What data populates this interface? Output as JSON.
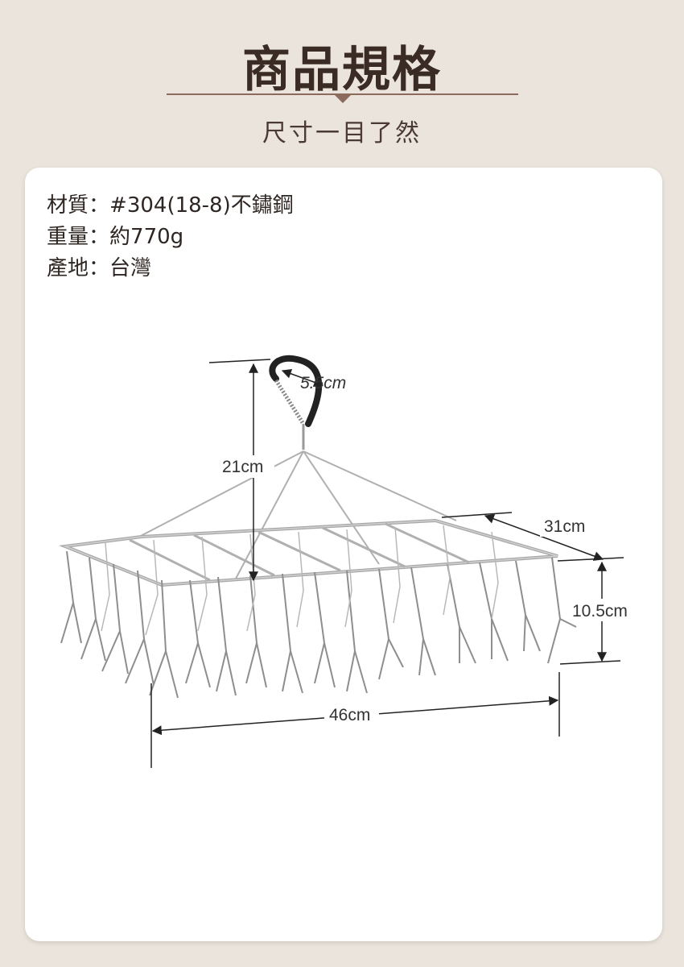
{
  "header": {
    "title": "商品規格",
    "subtitle": "尺寸一目了然"
  },
  "specs": [
    {
      "label": "材質",
      "sep": "：",
      "value": "#304(18-8)不鏽鋼"
    },
    {
      "label": "重量",
      "sep": "：",
      "value": "約770g"
    },
    {
      "label": "產地",
      "sep": "：",
      "value": "台灣"
    }
  ],
  "dimensions": {
    "hook_width": "5.5cm",
    "height_total": "21cm",
    "depth": "31cm",
    "clip_height": "10.5cm",
    "width": "46cm"
  },
  "colors": {
    "background": "#ebe4dc",
    "accent": "#8c6a5c",
    "card": "#ffffff"
  }
}
